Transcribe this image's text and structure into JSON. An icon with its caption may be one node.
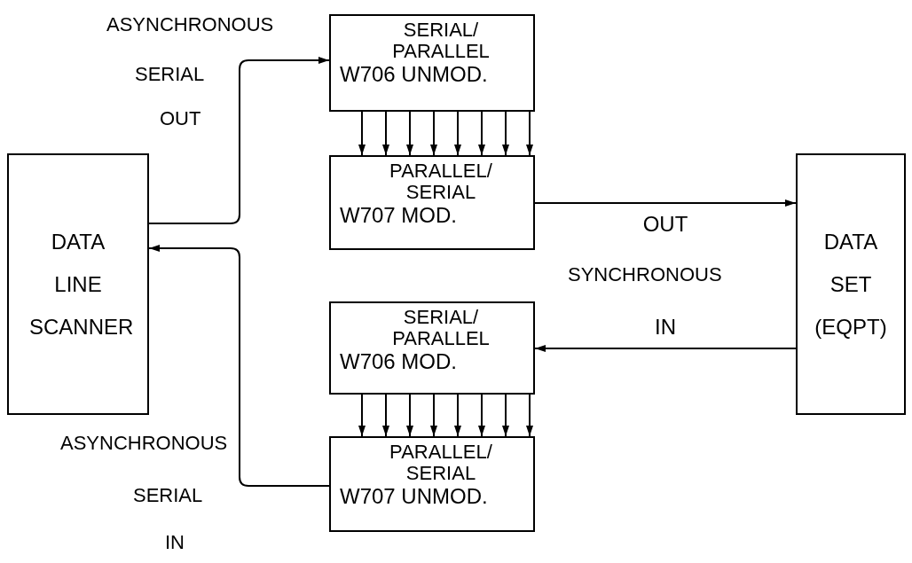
{
  "diagram": {
    "nodes": [
      {
        "text": [
          "SERIAL/ PARALLEL",
          "W706 UNMOD."
        ]
      },
      {
        "text": [
          "PARALLEL/ SERIAL",
          "W707 MOD."
        ]
      },
      {
        "text": [
          "DATA LINE SCANNER"
        ]
      },
      {
        "text": [
          "DATA SET (EQPT)"
        ]
      },
      {
        "text": [
          "SERIAL/ PARALLEL",
          "W706 MOD."
        ]
      },
      {
        "text": [
          "PARALLEL/ SERIAL",
          "W707 UNMOD."
        ]
      }
    ],
    "edges": [
      {
        "from": 2,
        "to": 0,
        "arrow": "to"
      },
      {
        "from": 0,
        "to": 1,
        "arrow": "to"
      },
      {
        "from": 0,
        "to": 1,
        "arrow": "to"
      },
      {
        "from": 0,
        "to": 1,
        "arrow": "to"
      },
      {
        "from": 0,
        "to": 1,
        "arrow": "to"
      },
      {
        "from": 0,
        "to": 1,
        "arrow": "to"
      },
      {
        "from": 0,
        "to": 1,
        "arrow": "to"
      },
      {
        "from": 0,
        "to": 1,
        "arrow": "to"
      },
      {
        "from": 0,
        "to": 1,
        "arrow": "to"
      },
      {
        "from": 1,
        "to": 3,
        "arrow": "to",
        "label": "OUT"
      },
      {
        "from": 3,
        "to": 4,
        "arrow": "to",
        "label": "IN"
      },
      {
        "from": 4,
        "to": 5,
        "arrow": "to"
      },
      {
        "from": 4,
        "to": 5,
        "arrow": "to"
      },
      {
        "from": 4,
        "to": 5,
        "arrow": "to"
      },
      {
        "from": 4,
        "to": 5,
        "arrow": "to"
      },
      {
        "from": 4,
        "to": 5,
        "arrow": "to"
      },
      {
        "from": 4,
        "to": 5,
        "arrow": "to"
      },
      {
        "from": 4,
        "to": 5,
        "arrow": "to"
      },
      {
        "from": 4,
        "to": 5,
        "arrow": "to"
      },
      {
        "from": 5,
        "to": 2,
        "arrow": "to"
      }
    ],
    "labels": [
      "ASYNCHRONOUS",
      "SERIAL",
      "OUT",
      "SYNCHRONOUS",
      "ASYNCHRONOUS",
      "SERIAL",
      "IN"
    ]
  }
}
